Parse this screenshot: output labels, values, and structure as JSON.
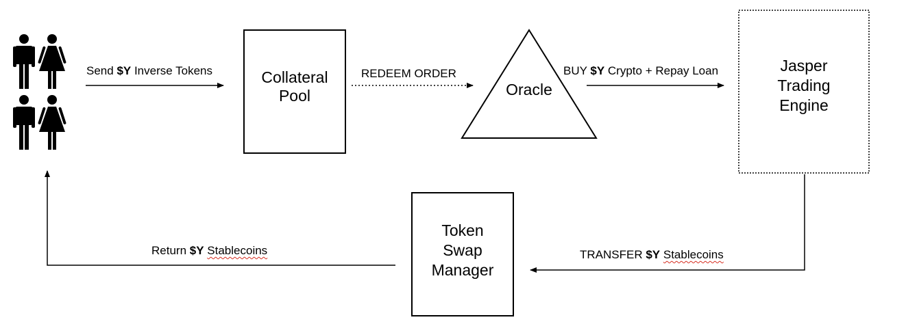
{
  "nodes": {
    "users": {
      "icon": "people-group-icon"
    },
    "collateral_pool": {
      "lines": [
        "Collateral",
        "Pool"
      ]
    },
    "oracle": {
      "label": "Oracle"
    },
    "jasper_engine": {
      "lines": [
        "Jasper",
        "Trading",
        "Engine"
      ]
    },
    "token_swap_manager": {
      "lines": [
        "Token",
        "Swap",
        "Manager"
      ]
    }
  },
  "edges": {
    "send": {
      "pre": "Send ",
      "bold": "$Y",
      "post": " Inverse Tokens"
    },
    "redeem": {
      "text": "REDEEM ORDER"
    },
    "buy": {
      "pre": "BUY ",
      "bold": "$Y",
      "post": " Crypto + Repay Loan"
    },
    "transfer": {
      "pre": "TRANSFER ",
      "bold": "$Y",
      "post": "Stablecoins"
    },
    "return": {
      "pre": "Return ",
      "bold": "$Y",
      "post": "Stablecoins"
    }
  }
}
